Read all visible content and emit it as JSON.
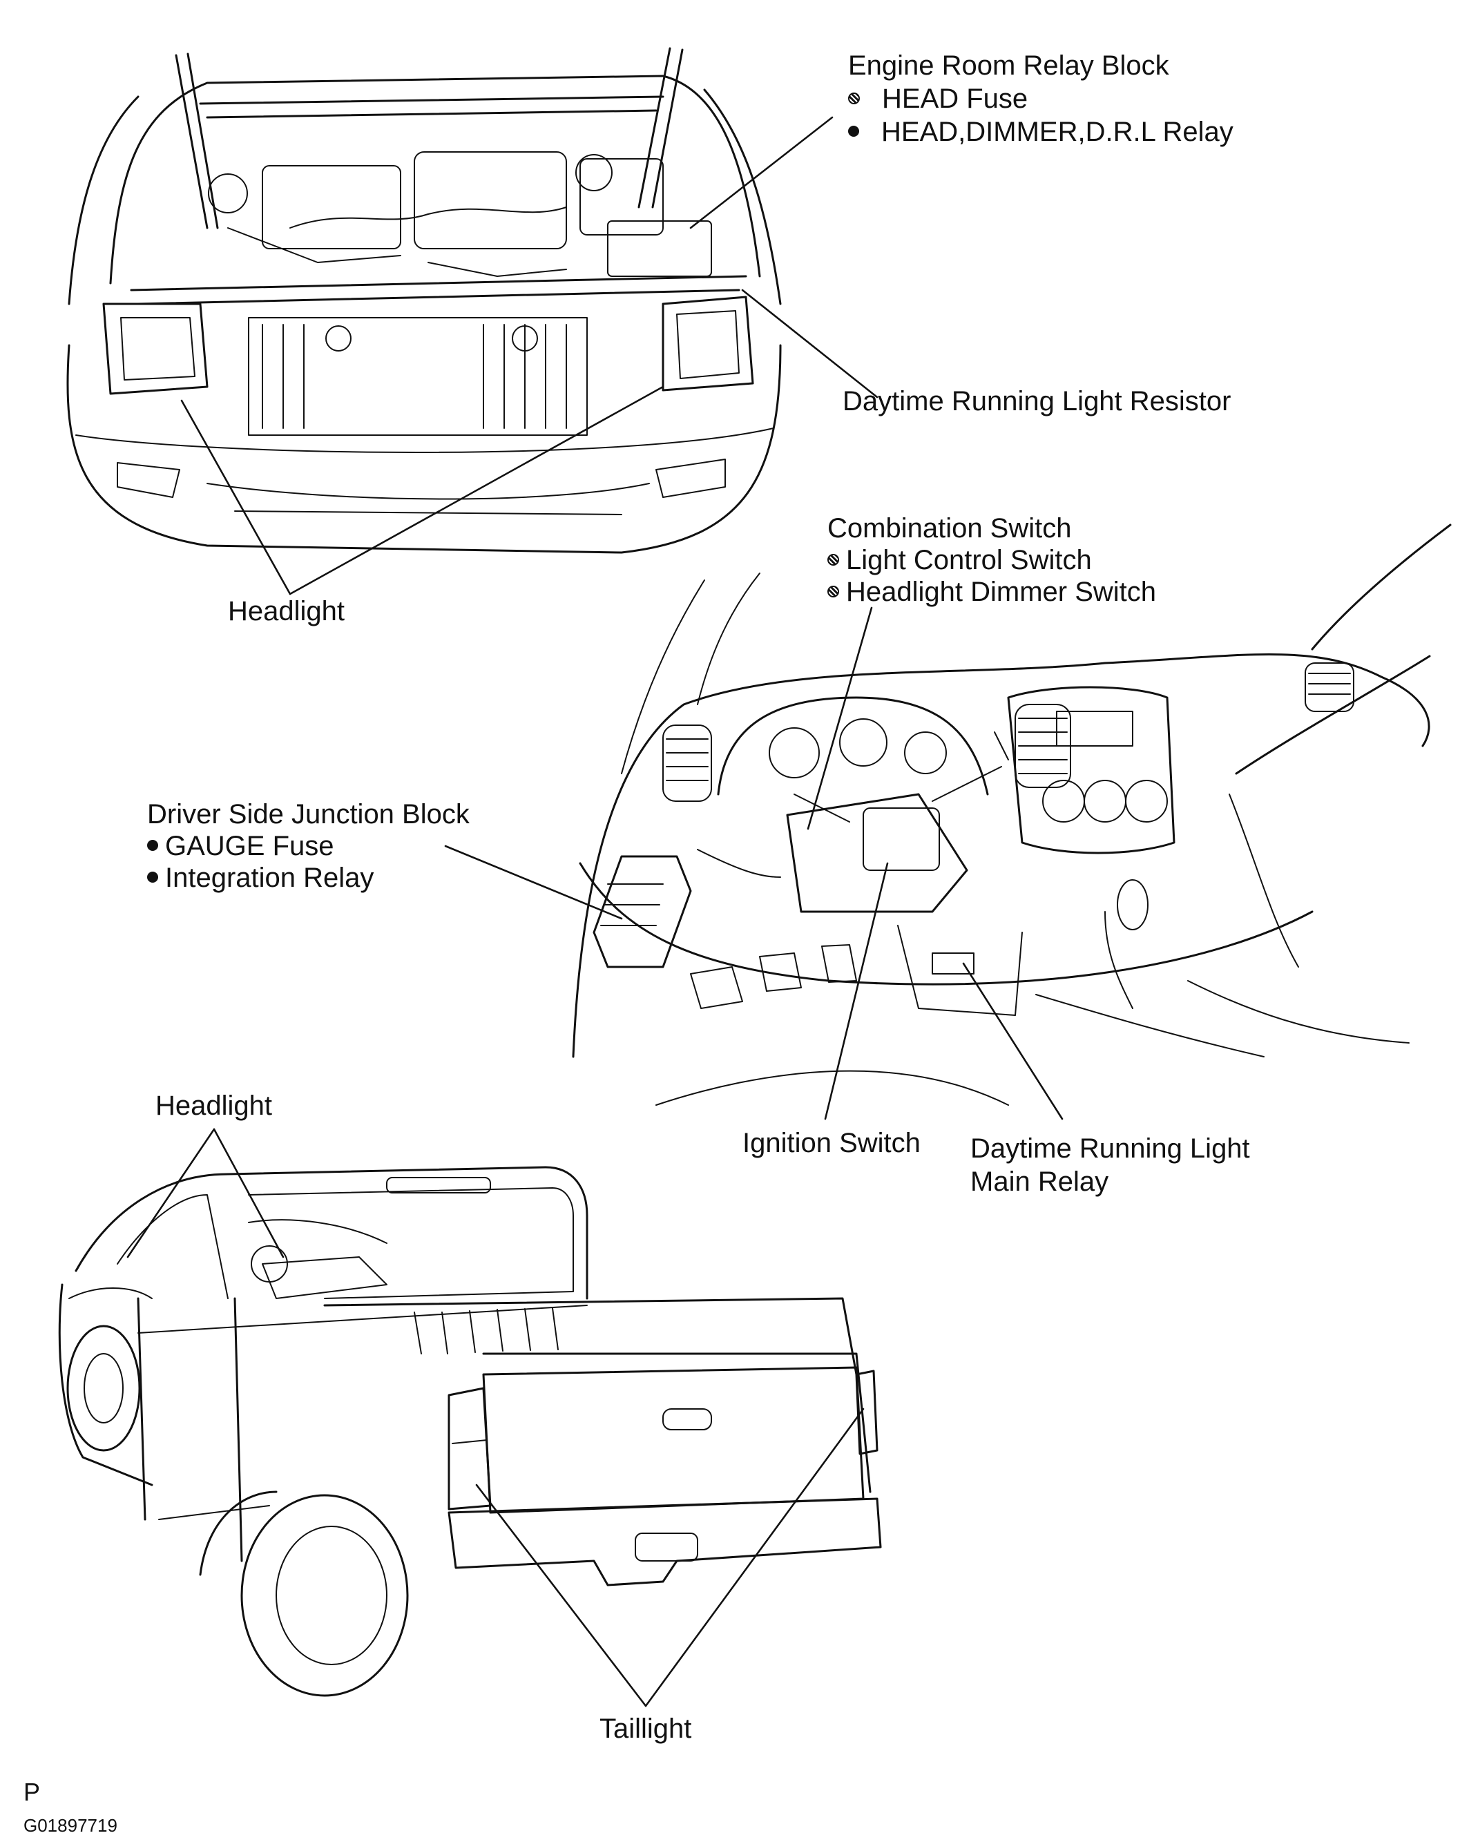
{
  "engine_room_relay_block": {
    "title": "Engine Room Relay Block",
    "items": [
      "HEAD Fuse",
      "HEAD,DIMMER,D.R.L Relay"
    ]
  },
  "drl_resistor": "Daytime Running Light Resistor",
  "headlight_front": "Headlight",
  "combination_switch": {
    "title": "Combination Switch",
    "items": [
      "Light Control Switch",
      "Headlight Dimmer Switch"
    ]
  },
  "driver_side_junction_block": {
    "title": "Driver Side Junction Block",
    "items": [
      "GAUGE Fuse",
      "Integration Relay"
    ]
  },
  "ignition_switch": "Ignition Switch",
  "drl_main_relay": {
    "line1": "Daytime Running Light",
    "line2": "Main Relay"
  },
  "headlight_truck": "Headlight",
  "taillight": "Taillight",
  "page_mark": "P",
  "figure_code": "G01897719"
}
